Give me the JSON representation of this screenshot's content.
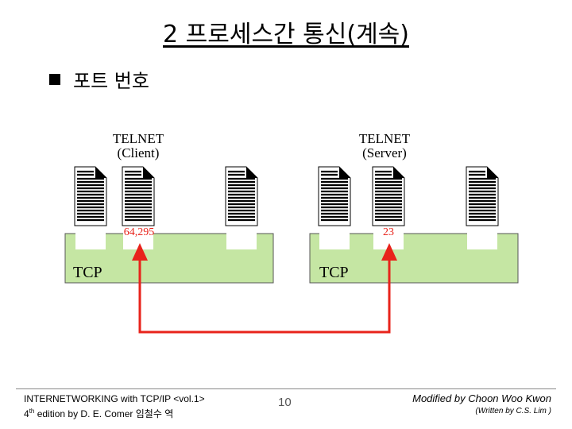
{
  "slide": {
    "title": "2 프로세스간 통신(계속)",
    "bullet": "포트 번호"
  },
  "diagram": {
    "client_label_1": "TELNET",
    "client_label_2": "(Client)",
    "server_label_1": "TELNET",
    "server_label_2": "(Server)",
    "client_port": "64,295",
    "server_port": "23",
    "tcp_left": "TCP",
    "tcp_right": "TCP"
  },
  "colors": {
    "tcp_fill": "#c5e6a3",
    "arrow": "#e8231b",
    "port_text": "#e8231b"
  },
  "footer": {
    "left_line1": "INTERNETWORKING with TCP/IP <vol.1>",
    "left_line2_prefix": "4",
    "left_line2_sup": "th",
    "left_line2_rest": " edition by D. E. Comer 임철수 역",
    "page_number": "10",
    "right_line1": "Modified by Choon Woo Kwon",
    "right_line2": "(Written by C.S. Lim )"
  }
}
